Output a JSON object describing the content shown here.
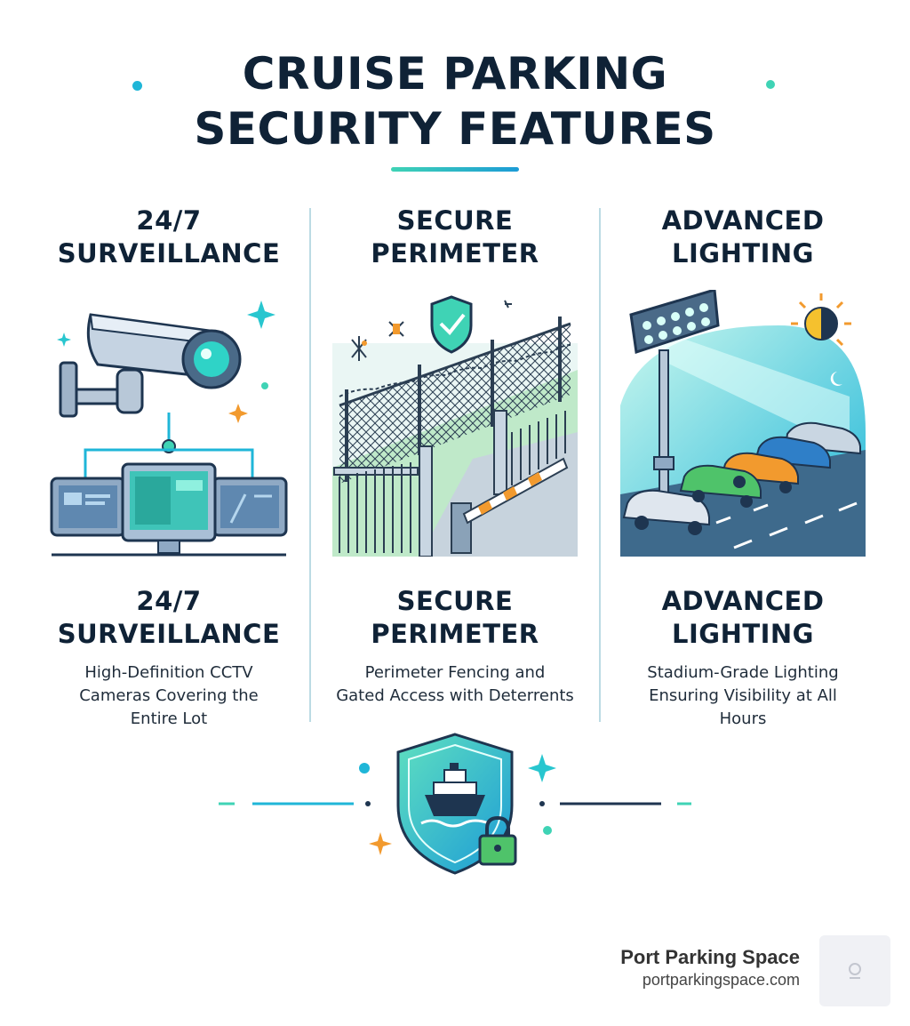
{
  "title": {
    "line1": "CRUISE PARKING",
    "line2": "SECURITY FEATURES"
  },
  "features": [
    {
      "heading_line1": "24/7",
      "heading_line2": "SURVEILLANCE",
      "desc_line1": "High-Definition CCTV",
      "desc_line2": "Cameras Covering the",
      "desc_line3": "Entire Lot",
      "icon": "cctv-camera-icon"
    },
    {
      "heading_line1": "SECURE",
      "heading_line2": "PERIMETER",
      "desc_line1": "Perimeter Fencing and",
      "desc_line2": "Gated Access with Deterrents",
      "desc_line3": "",
      "icon": "fence-gate-icon"
    },
    {
      "heading_line1": "ADVANCED",
      "heading_line2": "LIGHTING",
      "desc_line1": "Stadium-Grade Lighting",
      "desc_line2": "Ensuring Visibility at All",
      "desc_line3": "Hours",
      "icon": "stadium-light-icon"
    }
  ],
  "brand": {
    "name": "Port Parking Space",
    "url": "portparkingspace.com"
  },
  "colors": {
    "navy": "#0f2236",
    "teal": "#3fd3b5",
    "blue": "#1c9bd6",
    "orange": "#f29a2e",
    "green": "#4fc36a"
  }
}
